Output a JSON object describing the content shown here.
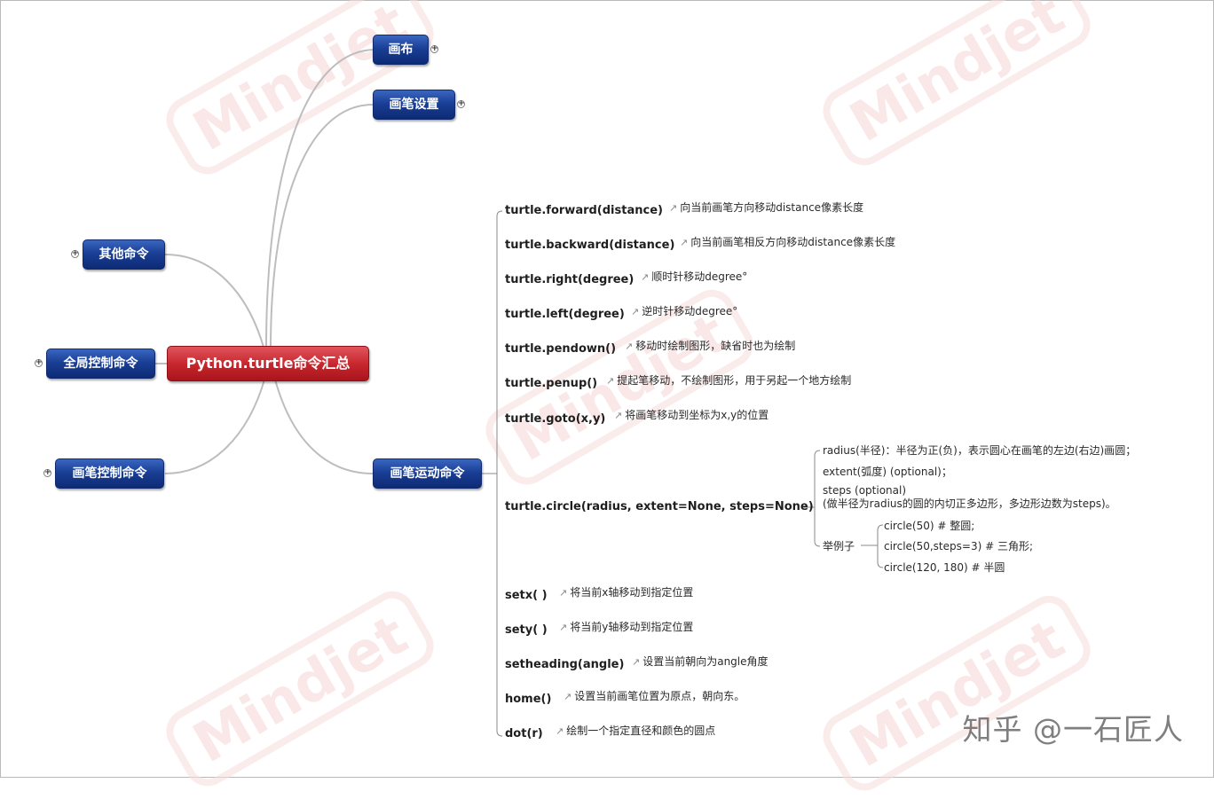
{
  "root": {
    "label": "Python.turtle命令汇总"
  },
  "branches": [
    {
      "key": "canvas",
      "label": "画布"
    },
    {
      "key": "pen_settings",
      "label": "画笔设置"
    },
    {
      "key": "other_commands",
      "label": "其他命令"
    },
    {
      "key": "global_control",
      "label": "全局控制命令"
    },
    {
      "key": "pen_control",
      "label": "画笔控制命令"
    },
    {
      "key": "pen_motion",
      "label": "画笔运动命令"
    }
  ],
  "expand_symbol": "+",
  "motion_commands": [
    {
      "name": "turtle.forward(distance)",
      "note": "向当前画笔方向移动distance像素长度"
    },
    {
      "name": "turtle.backward(distance)",
      "note": "向当前画笔相反方向移动distance像素长度"
    },
    {
      "name": "turtle.right(degree)",
      "note": "顺时针移动degree°"
    },
    {
      "name": "turtle.left(degree)",
      "note": "逆时针移动degree°"
    },
    {
      "name": "turtle.pendown()",
      "note": "移动时绘制图形，缺省时也为绘制"
    },
    {
      "name": "turtle.penup()",
      "note": "提起笔移动，不绘制图形，用于另起一个地方绘制"
    },
    {
      "name": "turtle.goto(x,y)",
      "note": "将画笔移动到坐标为x,y的位置"
    },
    {
      "name": "turtle.circle(radius, extent=None, steps=None)",
      "note": ""
    },
    {
      "name": "setx( )",
      "note": "将当前x轴移动到指定位置"
    },
    {
      "name": "sety( )",
      "note": "将当前y轴移动到指定位置"
    },
    {
      "name": "setheading(angle)",
      "note": "设置当前朝向为angle角度"
    },
    {
      "name": "home()",
      "note": "设置当前画笔位置为原点，朝向东。"
    },
    {
      "name": "dot(r)",
      "note": "绘制一个指定直径和颜色的圆点"
    }
  ],
  "circle_details": {
    "radius": "radius(半径)：半径为正(负)，表示圆心在画笔的左边(右边)画圆；",
    "extent": "extent(弧度) (optional)；",
    "steps_line1": "steps (optional)",
    "steps_line2": "(做半径为radius的圆的内切正多边形，多边形边数为steps)。",
    "examples_label": "举例子",
    "examples": [
      "circle(50) # 整圆;",
      "circle(50,steps=3) # 三角形;",
      "circle(120, 180) # 半圆"
    ]
  },
  "watermark": "Mindjet",
  "credit": "知乎 @一石匠人"
}
